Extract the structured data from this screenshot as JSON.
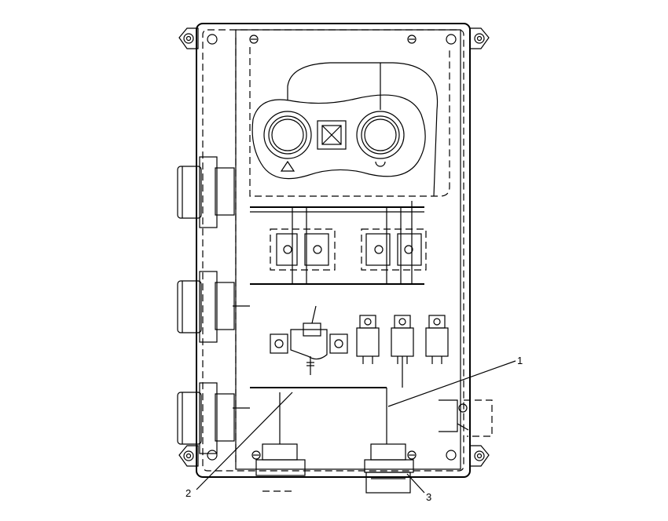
{
  "callouts": [
    {
      "id": "c1",
      "label": "1"
    },
    {
      "id": "c2",
      "label": "2"
    },
    {
      "id": "c3",
      "label": "3"
    }
  ],
  "colors": {
    "line": "#000000",
    "background": "#ffffff"
  }
}
